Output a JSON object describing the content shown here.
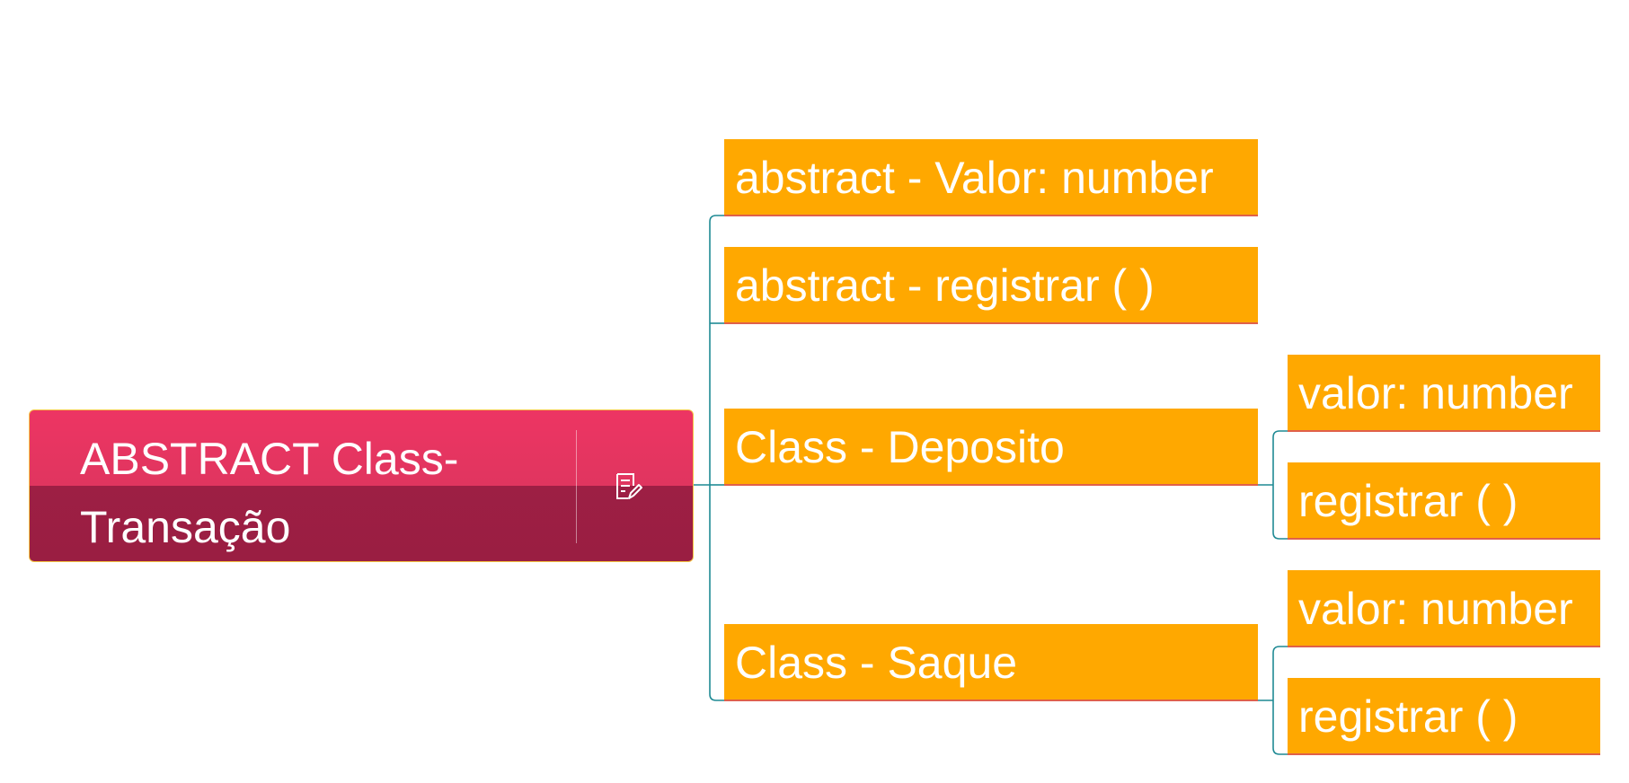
{
  "diagram": {
    "root": {
      "label": "ABSTRACT Class- Transação",
      "icon": "note-edit-icon"
    },
    "members": [
      {
        "id": "valor",
        "label": "abstract - Valor: number"
      },
      {
        "id": "registrar",
        "label": "abstract -  registrar ( )"
      }
    ],
    "classes": [
      {
        "id": "deposito",
        "label": "Class - Deposito",
        "children": [
          {
            "label": "valor: number"
          },
          {
            "label": "registrar ( )"
          }
        ]
      },
      {
        "id": "saque",
        "label": "Class - Saque",
        "children": [
          {
            "label": "valor: number"
          },
          {
            "label": "registrar ( )"
          }
        ]
      }
    ],
    "colors": {
      "root_top": "#ed3563",
      "root_bottom": "#9d1f44",
      "topic_fill": "#ffa800",
      "connector": "#1f8a94"
    }
  }
}
